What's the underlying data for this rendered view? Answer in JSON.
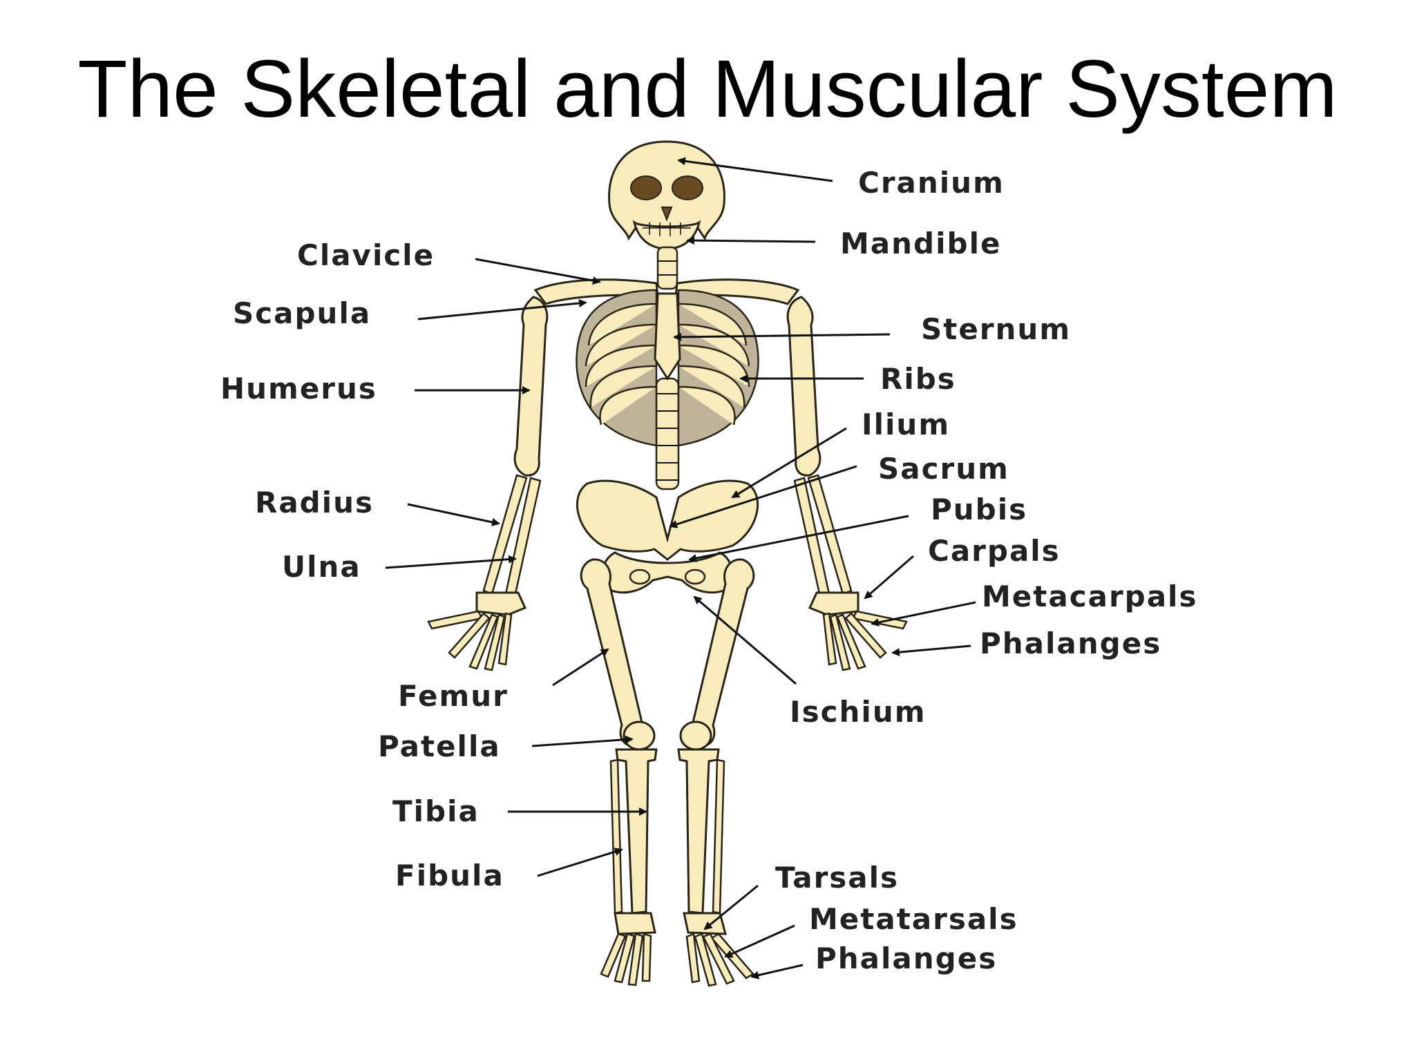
{
  "title": "The Skeletal and Muscular System",
  "labels": {
    "cranium": "Cranium",
    "mandible": "Mandible",
    "clavicle": "Clavicle",
    "scapula": "Scapula",
    "sternum": "Sternum",
    "humerus": "Humerus",
    "ribs": "Ribs",
    "ilium": "Ilium",
    "sacrum": "Sacrum",
    "radius": "Radius",
    "pubis": "Pubis",
    "carpals": "Carpals",
    "ulna": "Ulna",
    "metacarpals": "Metacarpals",
    "phalanges_hand": "Phalanges",
    "femur": "Femur",
    "ischium": "Ischium",
    "patella": "Patella",
    "tibia": "Tibia",
    "fibula": "Fibula",
    "tarsals": "Tarsals",
    "metatarsals": "Metatarsals",
    "phalanges_foot": "Phalanges"
  },
  "colors": {
    "bone": "#f8ecbc",
    "rib_shadow": "#bfb39a",
    "eye_socket": "#6a4a22",
    "outline": "#2a2418",
    "label_text": "#222222"
  }
}
